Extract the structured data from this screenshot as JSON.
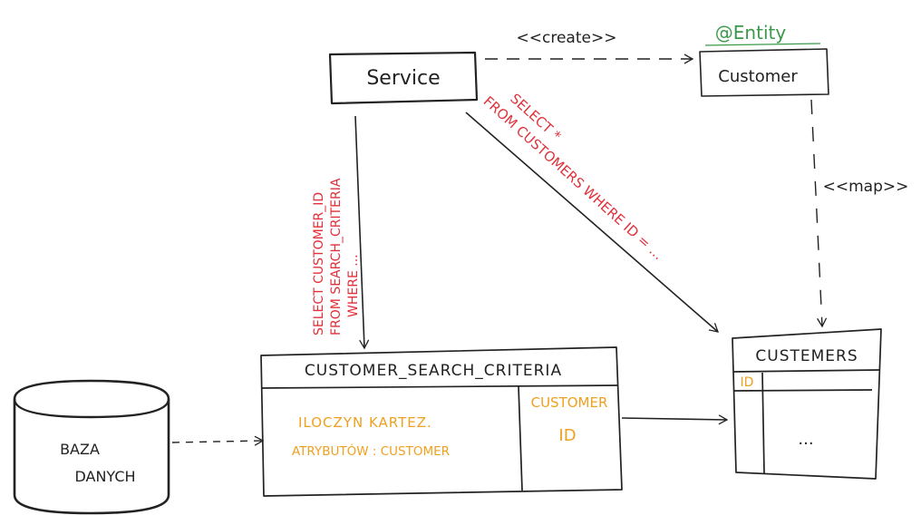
{
  "colors": {
    "ink": "#222222",
    "sql": "#e0303a",
    "highlight": "#f0a020",
    "annotation": "#3a9a4a"
  },
  "service": {
    "label": "Service"
  },
  "entity": {
    "annotation": "@Entity",
    "label": "Customer"
  },
  "arrows": {
    "create": "<<create>>",
    "map": "<<map>>"
  },
  "queries": {
    "search_lines": [
      "SELECT CUSTOMER_ID",
      "FROM SEARCH_CRITERIA",
      "WHERE ..."
    ],
    "customers_lines": [
      "SELECT *",
      "FROM CUSTOMERS WHERE ID = ..."
    ]
  },
  "database": {
    "lines": [
      "BAZA",
      "DANYCH"
    ]
  },
  "search_table": {
    "name": "CUSTOMER_SEARCH_CRITERIA",
    "left_lines": [
      "ILOCZYN KARTEZ.",
      "ATRYBUTÓW : CUSTOMER"
    ],
    "right_lines": [
      "CUSTOMER",
      "ID"
    ]
  },
  "customers_table": {
    "name": "CUSTEMERS",
    "id_col": "ID",
    "ellipsis": "..."
  }
}
